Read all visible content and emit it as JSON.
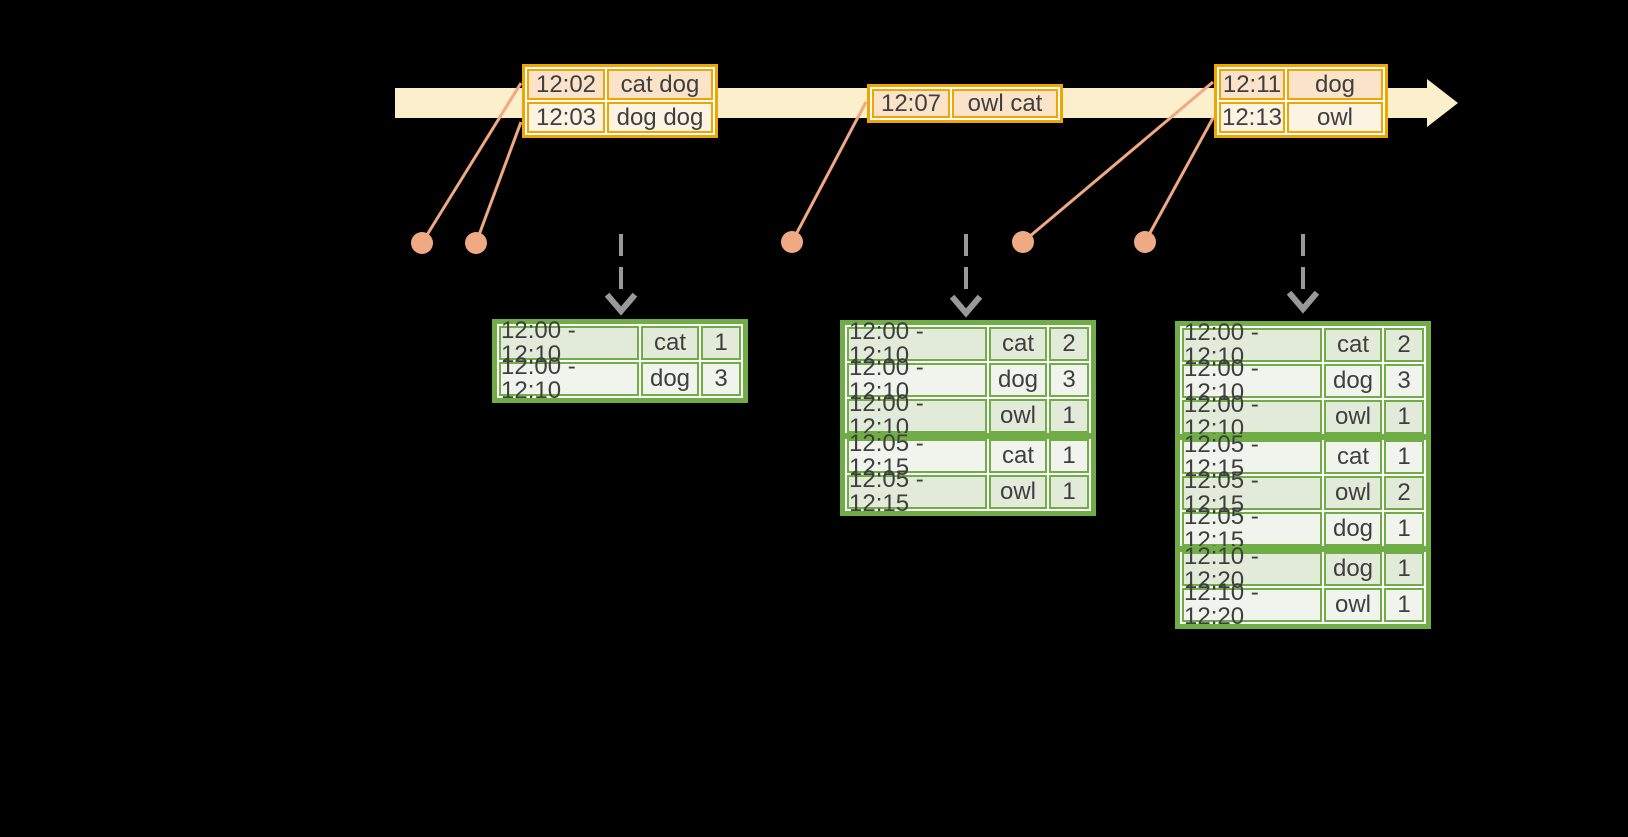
{
  "colors": {
    "background": "#000000",
    "timeline_fill": "#FCEFCB",
    "event_border": "#F0A500",
    "event_row_peach": "#FAE3C9",
    "event_row_cream": "#FDF3E3",
    "connector": "#EFA983",
    "result_border": "#70AD47",
    "result_row_sage": "#E2EBDA",
    "result_row_light": "#F0F4EC",
    "dashed_arrow": "#999999",
    "text": "#3F3F3F"
  },
  "event_tables": [
    {
      "rows": [
        {
          "time": "12:02",
          "words": "cat dog"
        },
        {
          "time": "12:03",
          "words": "dog dog"
        }
      ]
    },
    {
      "rows": [
        {
          "time": "12:07",
          "words": "owl cat"
        }
      ]
    },
    {
      "rows": [
        {
          "time": "12:11",
          "words": "dog"
        },
        {
          "time": "12:13",
          "words": "owl"
        }
      ]
    }
  ],
  "result_tables": [
    {
      "rows": [
        {
          "window": "12:00 - 12:10",
          "word": "cat",
          "count": "1"
        },
        {
          "window": "12:00 - 12:10",
          "word": "dog",
          "count": "3"
        }
      ]
    },
    {
      "rows": [
        {
          "window": "12:00 - 12:10",
          "word": "cat",
          "count": "2"
        },
        {
          "window": "12:00 - 12:10",
          "word": "dog",
          "count": "3"
        },
        {
          "window": "12:00 - 12:10",
          "word": "owl",
          "count": "1"
        },
        {
          "window": "12:05 - 12:15",
          "word": "cat",
          "count": "1"
        },
        {
          "window": "12:05 - 12:15",
          "word": "owl",
          "count": "1"
        }
      ]
    },
    {
      "rows": [
        {
          "window": "12:00 - 12:10",
          "word": "cat",
          "count": "2"
        },
        {
          "window": "12:00 - 12:10",
          "word": "dog",
          "count": "3"
        },
        {
          "window": "12:00 - 12:10",
          "word": "owl",
          "count": "1"
        },
        {
          "window": "12:05 - 12:15",
          "word": "cat",
          "count": "1"
        },
        {
          "window": "12:05 - 12:15",
          "word": "owl",
          "count": "2"
        },
        {
          "window": "12:05 - 12:15",
          "word": "dog",
          "count": "1"
        },
        {
          "window": "12:10 - 12:20",
          "word": "dog",
          "count": "1"
        },
        {
          "window": "12:10 - 12:20",
          "word": "owl",
          "count": "1"
        }
      ]
    }
  ]
}
